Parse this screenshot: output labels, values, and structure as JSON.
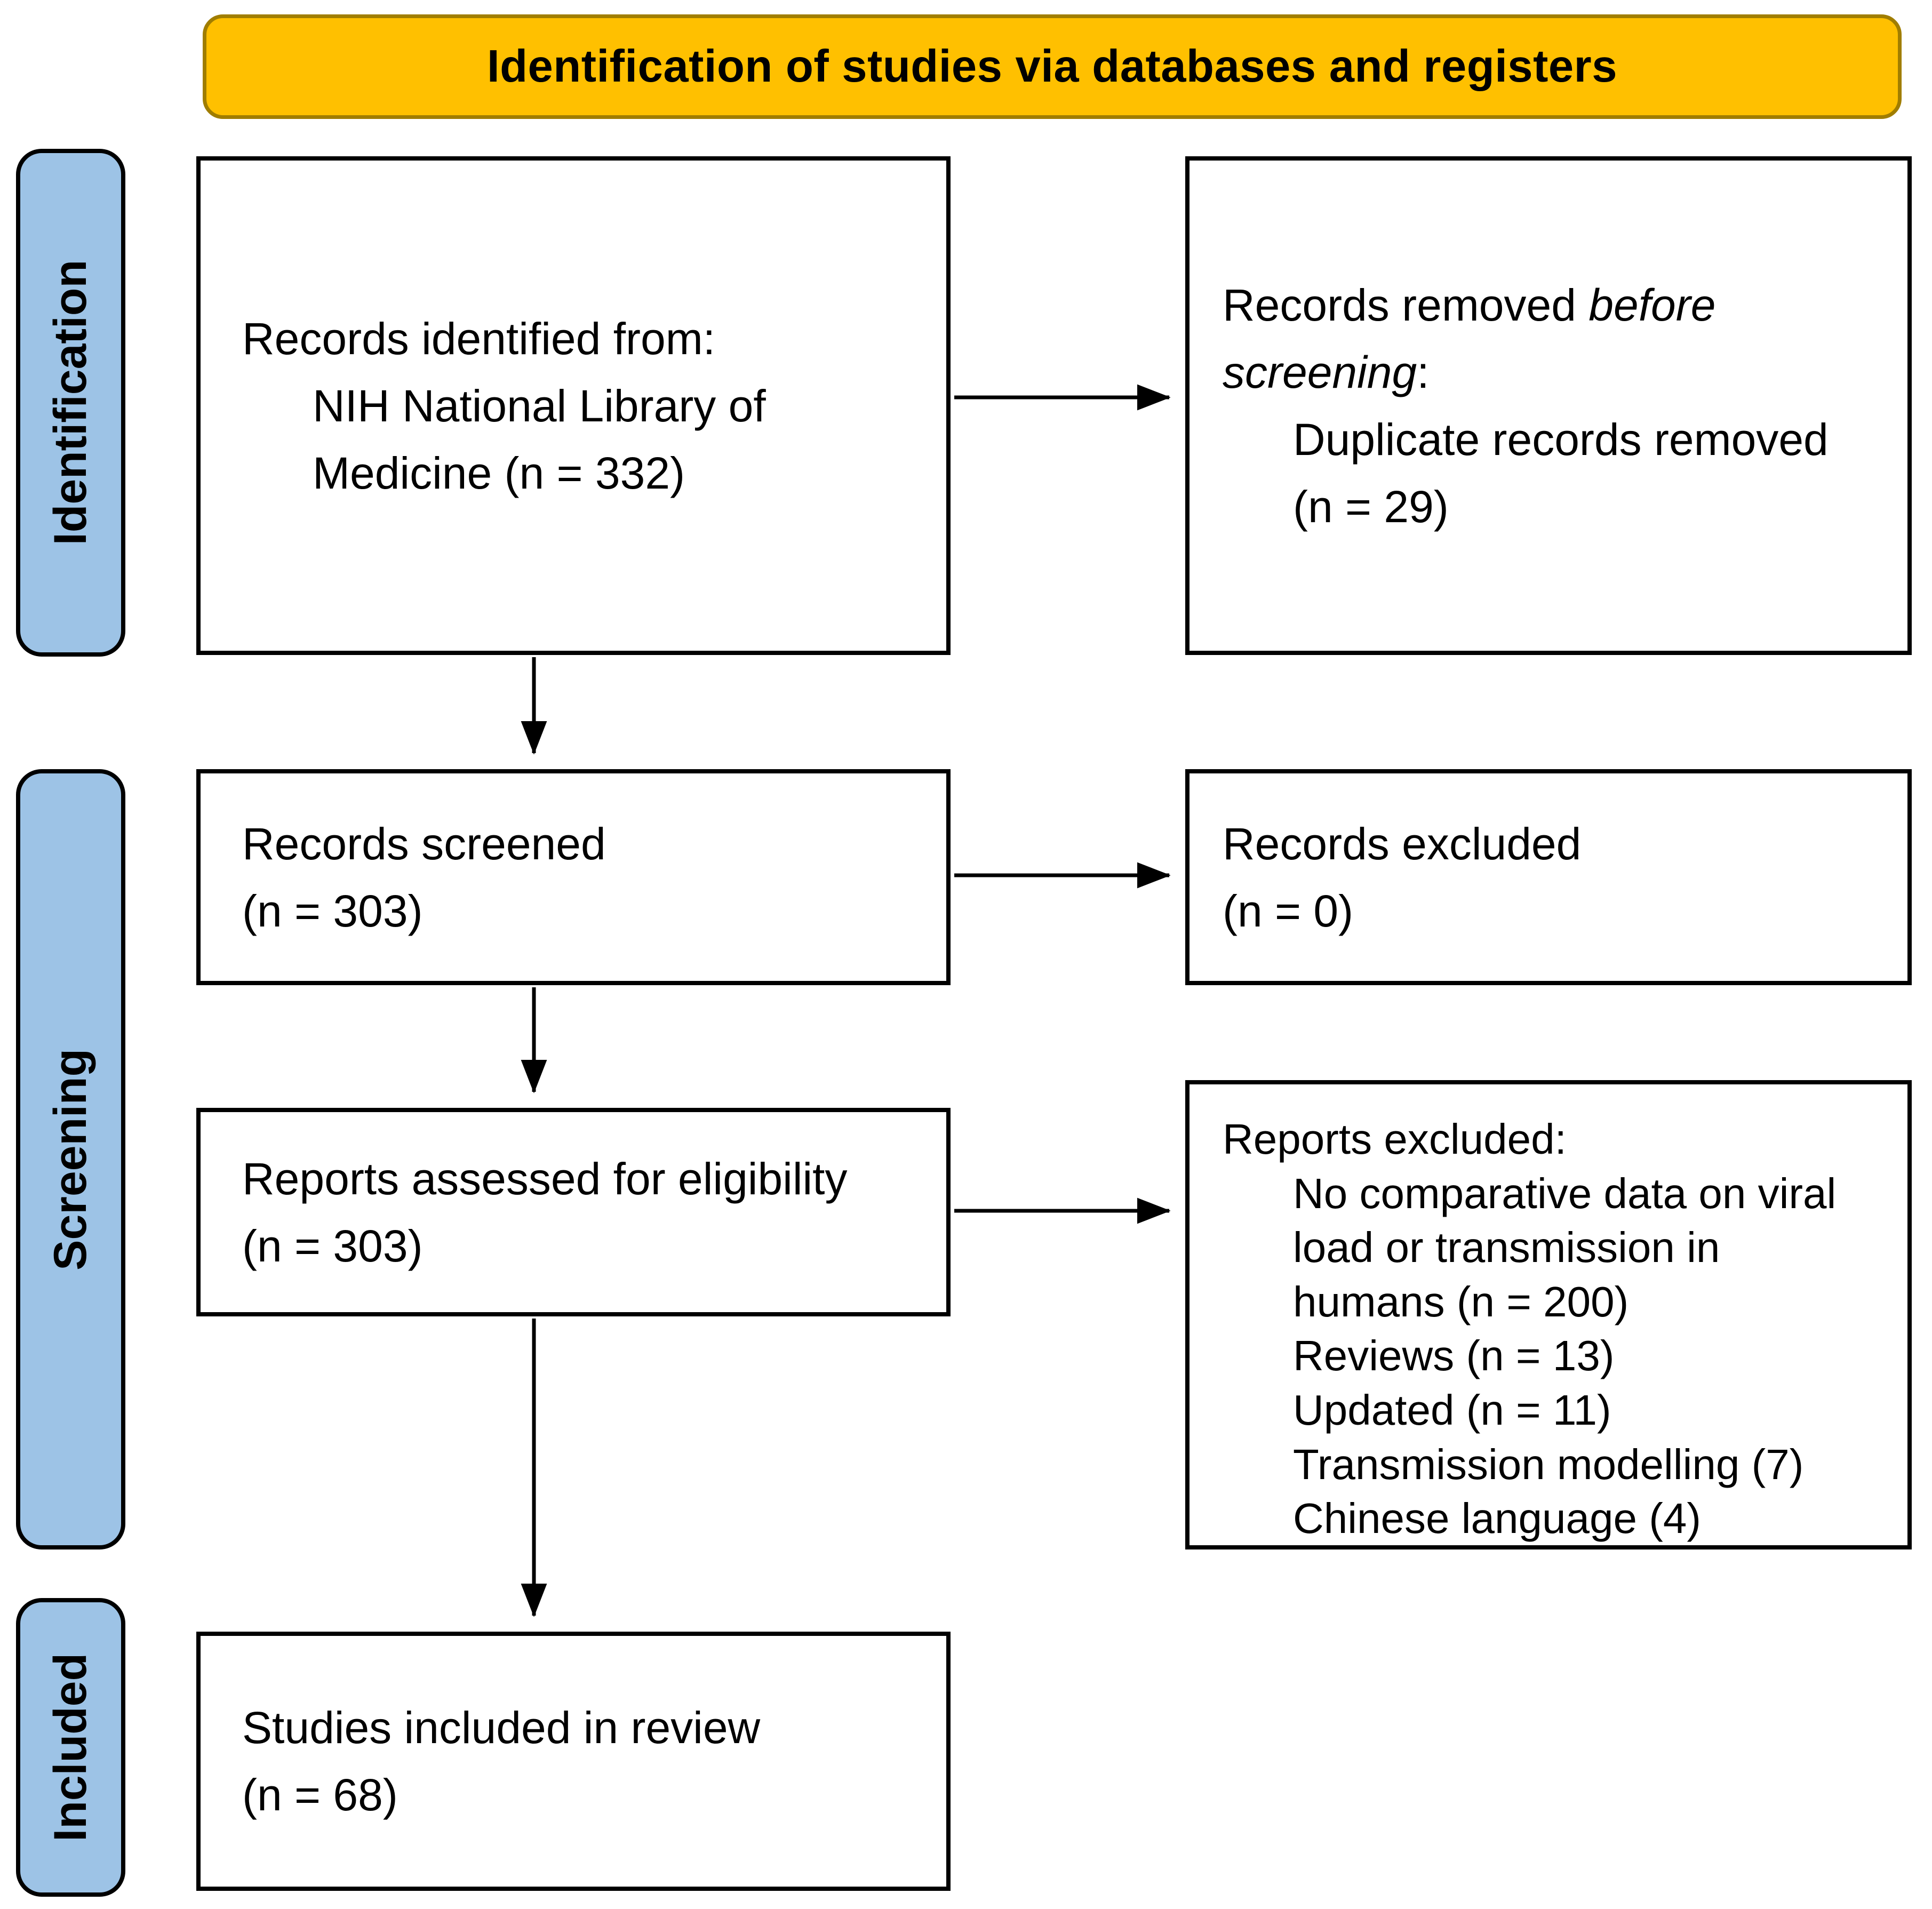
{
  "banner": {
    "title": "Identification of studies via databases and registers",
    "fill_color": "#FFC000",
    "border_color": "#A07D00"
  },
  "sidebar": {
    "fill_color": "#9DC3E6",
    "stages": [
      {
        "label": "Identification"
      },
      {
        "label": "Screening"
      },
      {
        "label": "Included"
      }
    ]
  },
  "flow": {
    "records_identified": {
      "line1": "Records identified from:",
      "indented": [
        "NIH National Library of",
        "Medicine (n = 332)"
      ]
    },
    "records_removed": {
      "line1_normal": "Records removed ",
      "line1_italic": "before",
      "line2_italic": "screening",
      "line2_normal": ":",
      "indented": [
        "Duplicate records removed",
        "(n = 29)"
      ]
    },
    "records_screened": {
      "line1": "Records screened",
      "line2": "(n = 303)"
    },
    "records_excluded": {
      "line1": "Records excluded",
      "line2": "(n = 0)"
    },
    "reports_assessed": {
      "line1": "Reports assessed for eligibility",
      "line2": "(n = 303)"
    },
    "reports_excluded": {
      "header": "Reports excluded:",
      "indented": [
        "No comparative data on viral",
        "load or transmission in",
        "humans (n = 200)",
        "Reviews (n = 13)",
        "Updated (n = 11)",
        "Transmission modelling (7)",
        "Chinese language (4)"
      ]
    },
    "studies_included": {
      "line1": "Studies included in review",
      "line2": "(n = 68)"
    }
  }
}
